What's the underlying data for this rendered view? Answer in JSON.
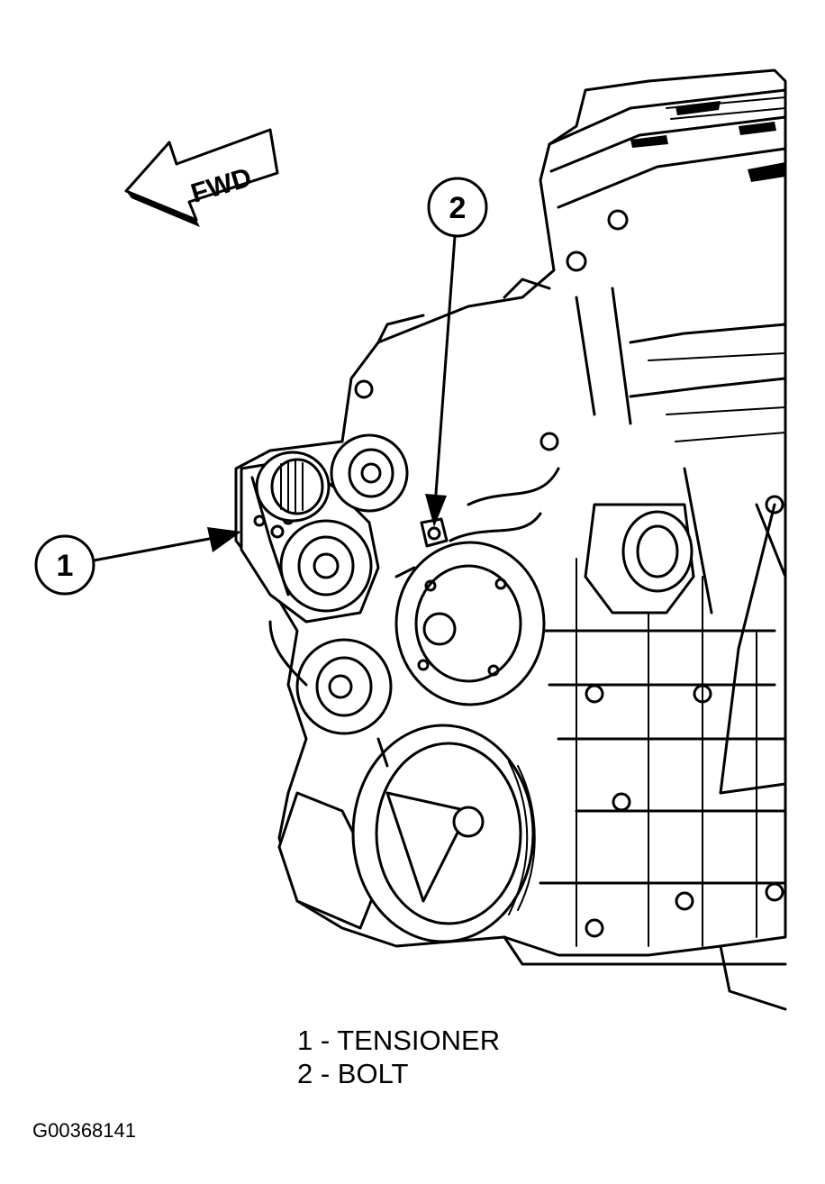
{
  "direction_label": "FWD",
  "callouts": [
    {
      "number": "1",
      "part": "TENSIONER"
    },
    {
      "number": "2",
      "part": "BOLT"
    }
  ],
  "legend": [
    {
      "text": "1 - TENSIONER"
    },
    {
      "text": "2 - BOLT"
    }
  ],
  "figure_id": "G00368141"
}
